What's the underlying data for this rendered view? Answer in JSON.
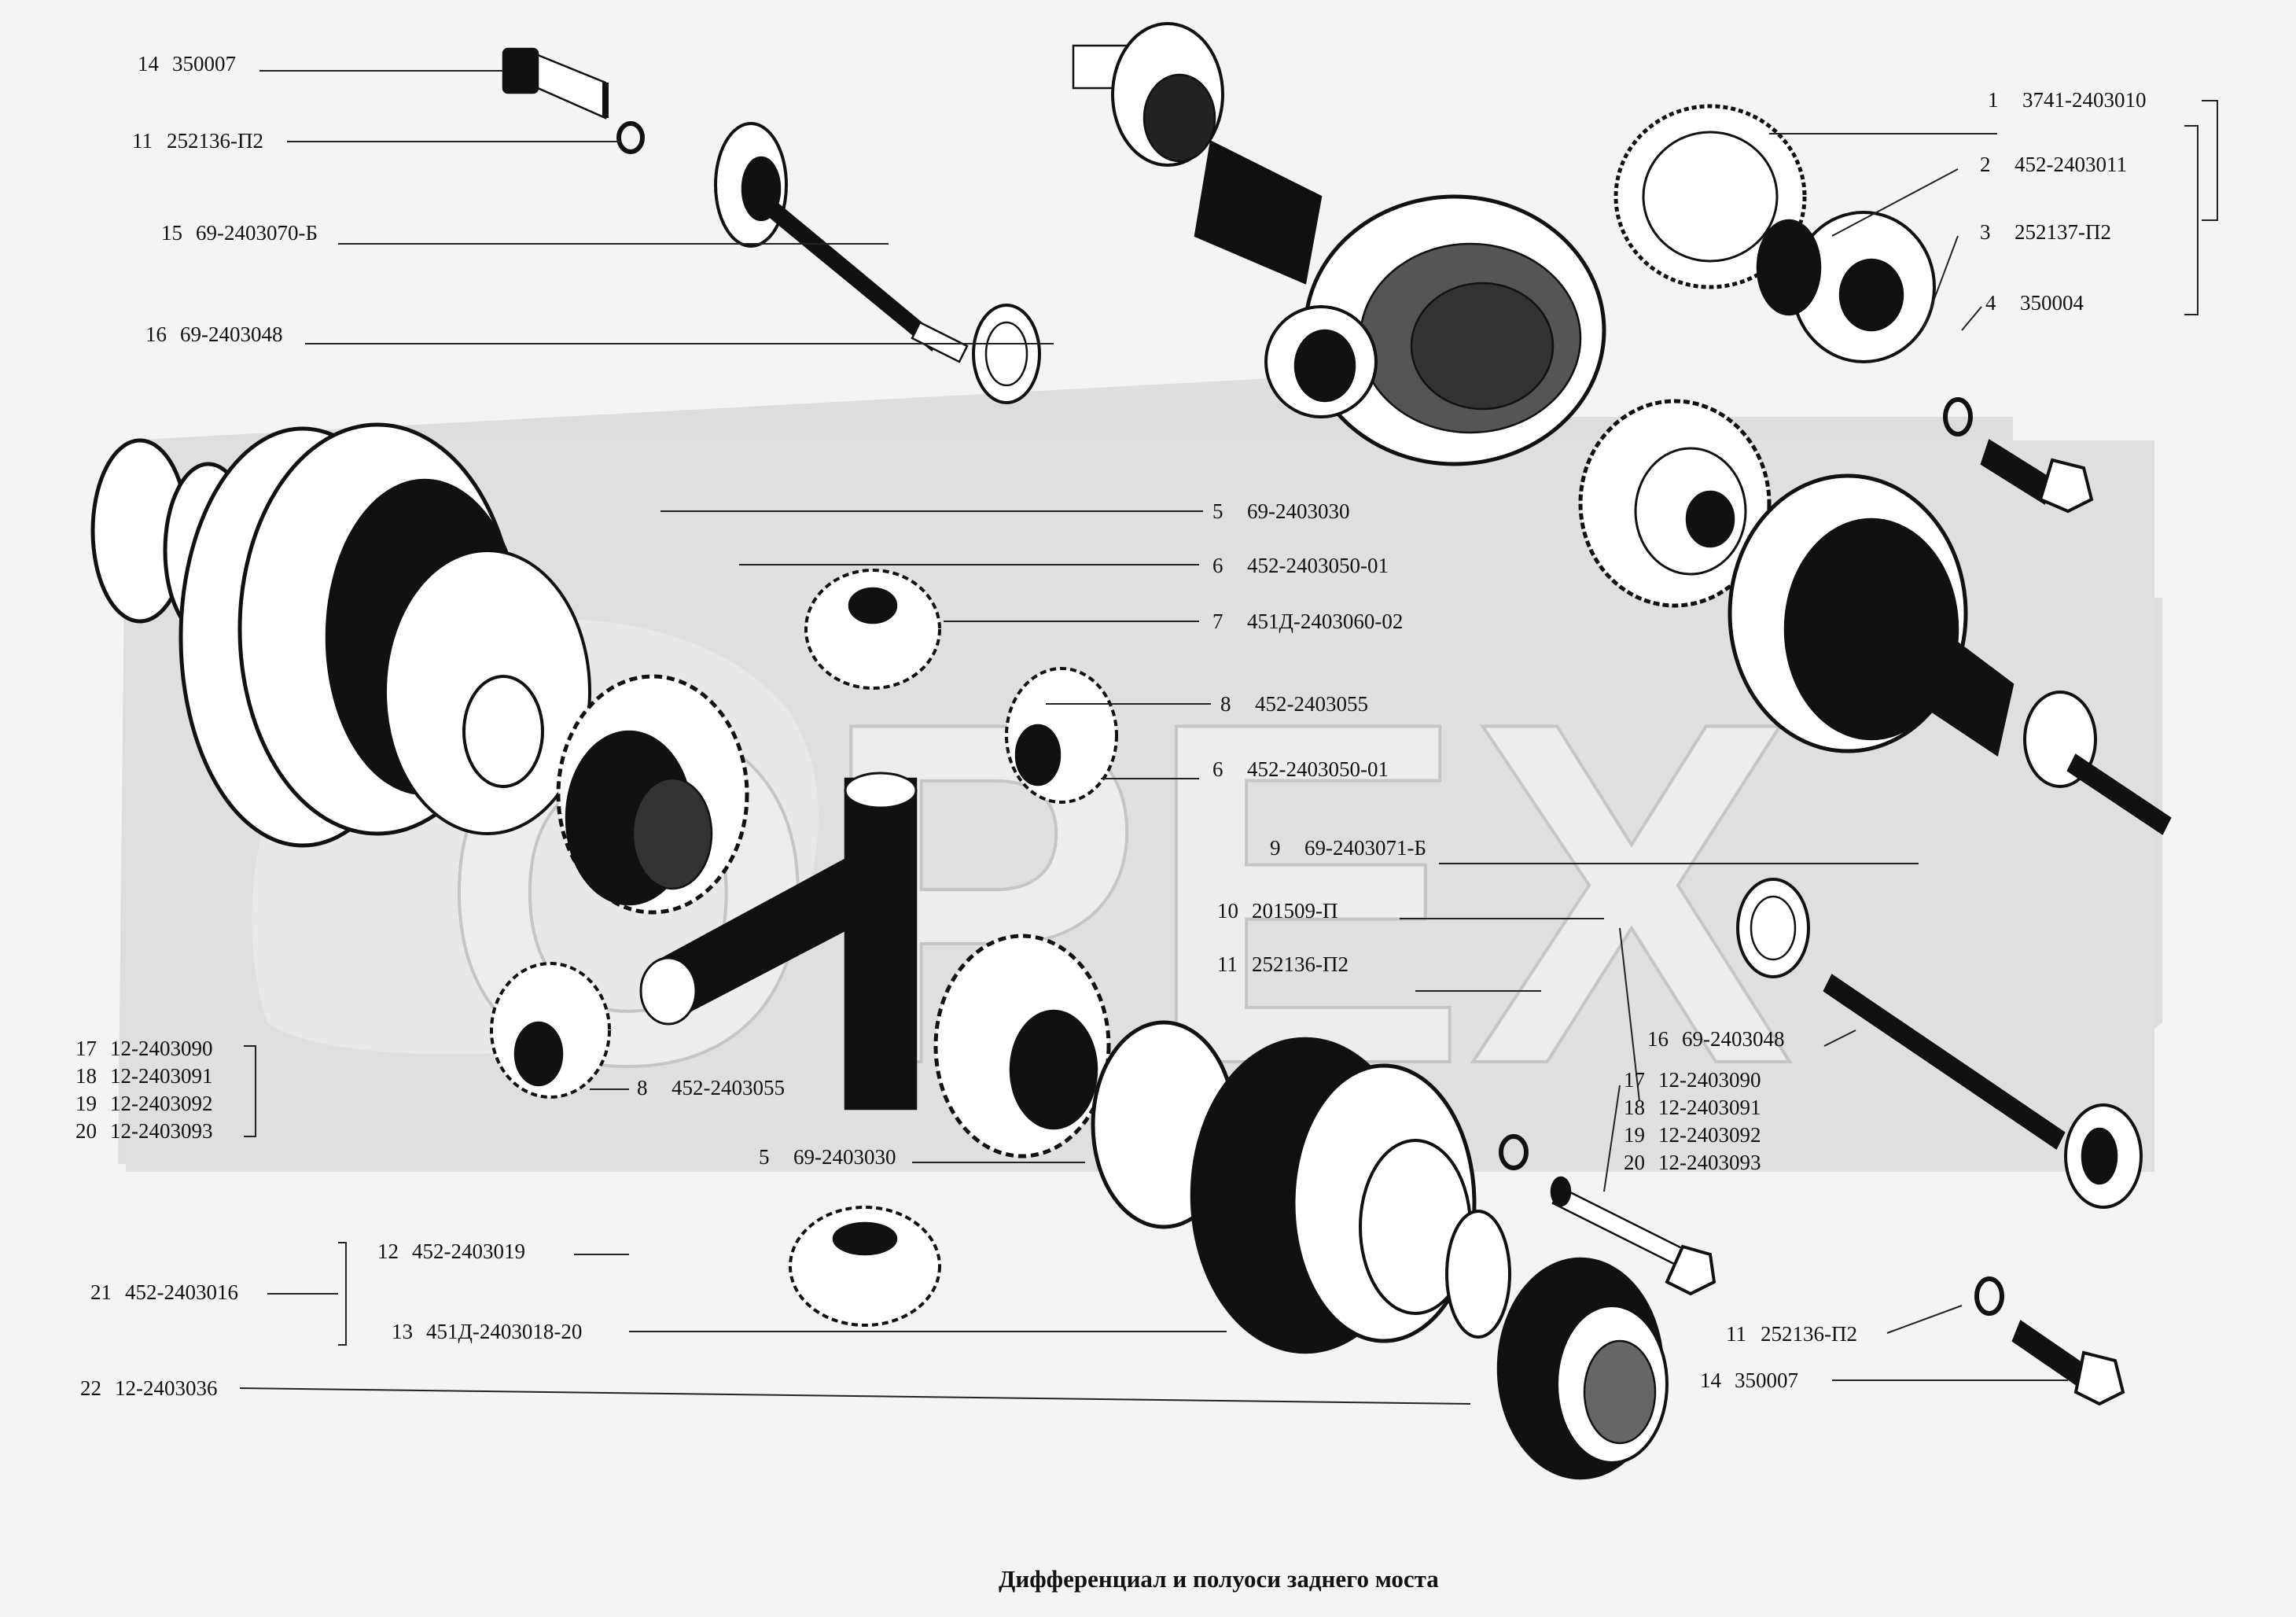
{
  "caption": "Дифференциал и полуоси заднего моста",
  "watermark": "OPEX",
  "callouts": [
    {
      "num": "14",
      "code": "350007"
    },
    {
      "num": "11",
      "code": "252136-П2"
    },
    {
      "num": "15",
      "code": "69-2403070-Б"
    },
    {
      "num": "16",
      "code": "69-2403048"
    },
    {
      "num": "1",
      "code": "3741-2403010"
    },
    {
      "num": "2",
      "code": "452-2403011"
    },
    {
      "num": "3",
      "code": "252137-П2"
    },
    {
      "num": "4",
      "code": "350004"
    },
    {
      "num": "5",
      "code": "69-2403030"
    },
    {
      "num": "6",
      "code": "452-2403050-01"
    },
    {
      "num": "7",
      "code": "451Д-2403060-02"
    },
    {
      "num": "8",
      "code": "452-2403055"
    },
    {
      "num": "6",
      "code": "452-2403050-01"
    },
    {
      "num": "9",
      "code": "69-2403071-Б"
    },
    {
      "num": "10",
      "code": "201509-П"
    },
    {
      "num": "11",
      "code": "252136-П2"
    },
    {
      "num": "16",
      "code": "69-2403048"
    },
    {
      "num": "17",
      "code": "12-2403090"
    },
    {
      "num": "18",
      "code": "12-2403091"
    },
    {
      "num": "19",
      "code": "12-2403092"
    },
    {
      "num": "20",
      "code": "12-2403093"
    },
    {
      "num": "8",
      "code": "452-2403055"
    },
    {
      "num": "17",
      "code": "12-2403090"
    },
    {
      "num": "18",
      "code": "12-2403091"
    },
    {
      "num": "19",
      "code": "12-2403092"
    },
    {
      "num": "20",
      "code": "12-2403093"
    },
    {
      "num": "5",
      "code": "69-2403030"
    },
    {
      "num": "12",
      "code": "452-2403019"
    },
    {
      "num": "21",
      "code": "452-2403016"
    },
    {
      "num": "13",
      "code": "451Д-2403018-20"
    },
    {
      "num": "11",
      "code": "252136-П2"
    },
    {
      "num": "22",
      "code": "12-2403036"
    },
    {
      "num": "14",
      "code": "350007"
    }
  ]
}
